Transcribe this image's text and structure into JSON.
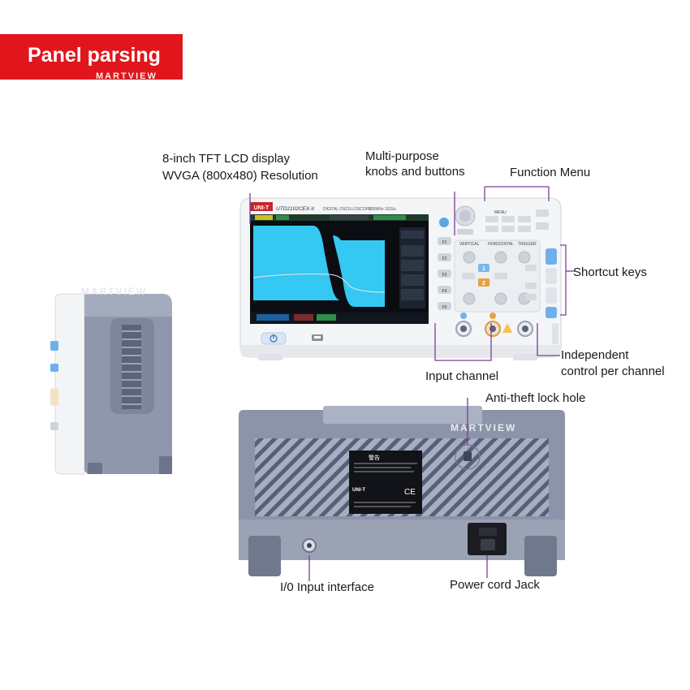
{
  "banner": {
    "title": "Panel parsing",
    "watermark": "MARTVIEW"
  },
  "callouts": {
    "display_line1": "8-inch TFT LCD display",
    "display_line2": "WVGA (800x480) Resolution",
    "knobs_line1": "Multi-purpose",
    "knobs_line2": "knobs and buttons",
    "function_menu": "Function Menu",
    "shortcut_keys": "Shortcut keys",
    "independent_line1": "Independent",
    "independent_line2": "control per channel",
    "input_channel": "Input channel",
    "anti_theft": "Anti-theft lock hole",
    "io_interface": "I/0 Input interface",
    "power_jack": "Power cord Jack"
  },
  "device": {
    "brand": "UNI-T",
    "model": "UTD2102CEX-II",
    "type_text": "DIGITAL OSCILLOSCOPE",
    "spec_text": "100MHz 1GS/s",
    "menu_label": "MENU",
    "section_vertical": "VERTICAL",
    "section_horizontal": "HORIZONTAL",
    "section_trigger": "TRIGGER",
    "softkeys": [
      "F1",
      "F2",
      "F3",
      "F4",
      "F5"
    ],
    "channel_1": "1",
    "channel_2": "2",
    "warning_title": "警告",
    "label_brand": "UNI-T"
  },
  "colors": {
    "banner": "#e0161c",
    "screen_bg": "#0b0d12",
    "waveform": "#35c8f2",
    "device_gray": "#8e97ab",
    "body_white": "#f4f5f7"
  },
  "icons": [
    "power-icon",
    "usb-port-icon",
    "bnc-connector-icon",
    "power-socket-icon",
    "ce-mark-icon"
  ]
}
